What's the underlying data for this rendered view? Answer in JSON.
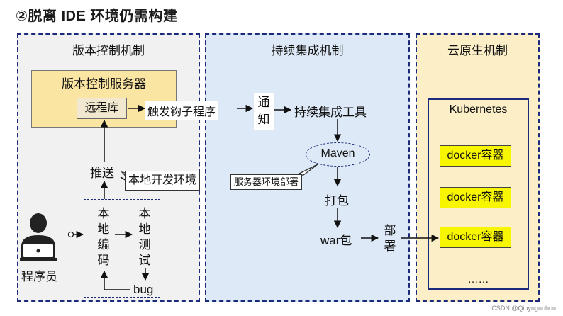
{
  "title": "②脱离 IDE 环境仍需构建",
  "sections": {
    "left": "版本控制机制",
    "middle": "持续集成机制",
    "right": "云原生机制"
  },
  "server": {
    "label": "版本控制服务器",
    "repo": "远程库"
  },
  "flow": {
    "hook": "触发钩子程序",
    "notify_1": "通",
    "notify_2": "知",
    "ci_tool": "持续集成工具",
    "maven": "Maven",
    "package": "打包",
    "war": "war包",
    "deploy_1": "部",
    "deploy_2": "署",
    "push": "推送",
    "programmer": "程序员",
    "local_env": "本地开发环境",
    "server_env": "服务器环境部署",
    "local_code": [
      "本",
      "地",
      "编",
      "码"
    ],
    "local_test": [
      "本",
      "地",
      "测",
      "试"
    ],
    "bug": "bug"
  },
  "cloud": {
    "kubernetes": "Kubernetes",
    "containers": [
      "docker容器",
      "docker容器",
      "docker容器"
    ],
    "ellipsis": "……"
  },
  "watermark": "CSDN @Qiuyuguohou"
}
